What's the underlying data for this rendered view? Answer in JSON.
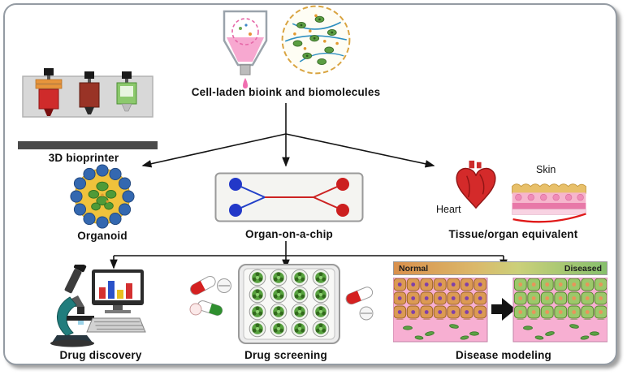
{
  "top": {
    "bioink_label": "Cell-laden bioink and biomolecules",
    "printer_label": "3D bioprinter"
  },
  "platforms": {
    "organoid": "Organoid",
    "chip": "Organ-on-a-chip",
    "tissue": "Tissue/organ equivalent",
    "heart": "Heart",
    "skin": "Skin"
  },
  "applications": {
    "discovery": "Drug discovery",
    "screening": "Drug screening",
    "modeling": "Disease modeling"
  },
  "disease_scale": {
    "normal": "Normal",
    "diseased": "Diseased",
    "normal_color": "#d9904c",
    "diseased_color": "#86c06c"
  }
}
